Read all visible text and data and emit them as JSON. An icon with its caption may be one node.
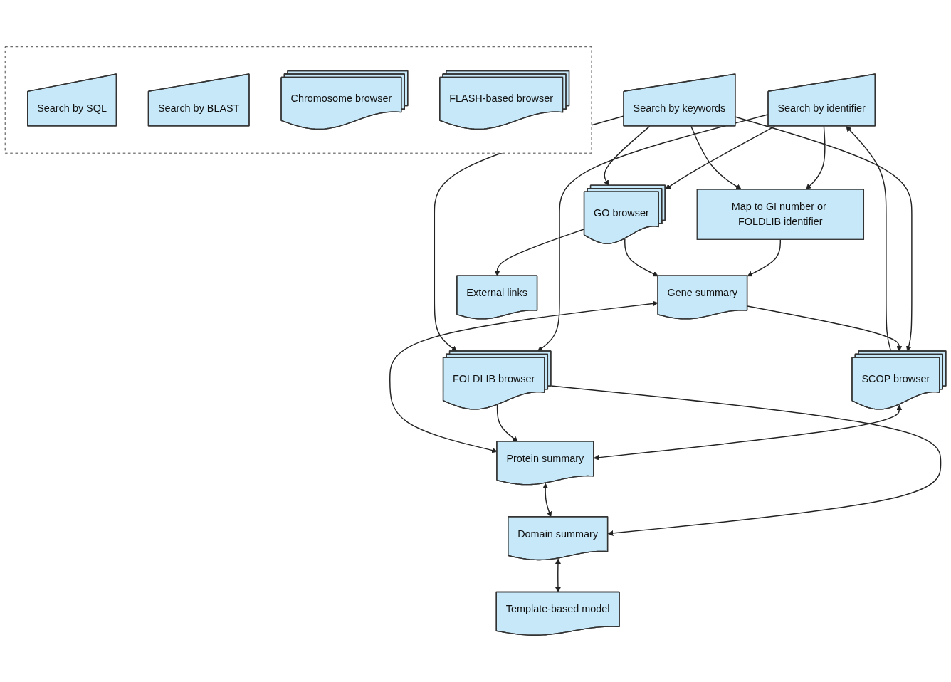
{
  "diagram": {
    "nodes": [
      {
        "text": [
          "Search by identifier"
        ]
      },
      {
        "text": [
          "Map to GI number or FOLDLIB identifier"
        ]
      },
      {
        "text": [
          "Gene summary"
        ]
      },
      {
        "text": [
          "SCOP browser"
        ]
      },
      {
        "text": [
          "Protein summary"
        ]
      },
      {
        "text": [
          "Search by keywords"
        ]
      },
      {
        "text": [],
        "shape": "box"
      },
      {
        "text": [
          "Search by SQL"
        ],
        "in": 6
      },
      {
        "text": [
          "Search by BLAST"
        ],
        "in": 6
      },
      {
        "text": [
          "FOLDLIB browser"
        ]
      },
      {
        "text": [
          "Domain summary"
        ]
      },
      {
        "text": [
          "Chromosome browser"
        ],
        "in": 6
      },
      {
        "text": [
          "GO browser"
        ]
      },
      {
        "text": [
          "Template-based model"
        ]
      },
      {
        "text": [
          "FLASH-based browser"
        ],
        "in": 6
      },
      {
        "text": [
          "External links"
        ]
      }
    ],
    "edges": [
      {
        "from": 0,
        "to": 1,
        "arrow": "to"
      },
      {
        "from": 5,
        "to": 1,
        "arrow": "to"
      },
      {
        "from": 3,
        "to": 0,
        "arrow": "to"
      },
      {
        "from": 5,
        "to": 3,
        "arrow": "to"
      },
      {
        "from": 0,
        "to": 9,
        "arrow": "to"
      },
      {
        "from": 0,
        "to": 12,
        "arrow": "to"
      },
      {
        "from": 5,
        "to": 9,
        "arrow": "to"
      },
      {
        "from": 5,
        "to": 12,
        "arrow": "to"
      },
      {
        "from": 1,
        "to": 2,
        "arrow": "to"
      },
      {
        "from": 2,
        "to": 3,
        "arrow": "to"
      },
      {
        "from": 3,
        "to": 4,
        "arrow": "both"
      },
      {
        "from": 9,
        "to": 4,
        "arrow": "to"
      },
      {
        "from": 9,
        "to": 10,
        "arrow": "to"
      },
      {
        "from": 12,
        "to": 2,
        "arrow": "to"
      },
      {
        "from": 12,
        "to": 15,
        "arrow": "to"
      },
      {
        "from": 2,
        "to": 4,
        "arrow": "both"
      },
      {
        "from": 4,
        "to": 10,
        "arrow": "both"
      },
      {
        "from": 10,
        "to": 13,
        "arrow": "both"
      }
    ]
  }
}
